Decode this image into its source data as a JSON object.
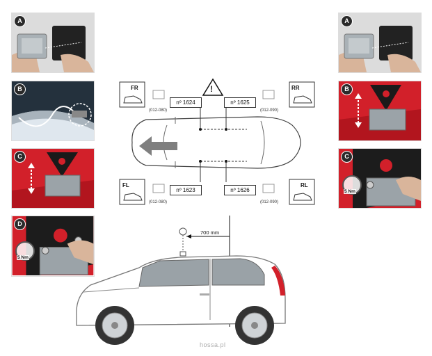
{
  "steps_left": [
    {
      "letter": "A"
    },
    {
      "letter": "B"
    },
    {
      "letter": "C"
    },
    {
      "letter": "D",
      "torque": "5 Nm"
    }
  ],
  "steps_right": [
    {
      "letter": "A"
    },
    {
      "letter": "B"
    },
    {
      "letter": "C",
      "torque": "5 Nm"
    }
  ],
  "layout_diagram": {
    "warning_symbol": "!",
    "positions": {
      "front_right": {
        "label": "FR",
        "part": "nº 1624",
        "code": "(012-080)"
      },
      "rear_right": {
        "label": "RR",
        "part": "nº 1625",
        "code": "(012-090)"
      },
      "front_left": {
        "label": "FL",
        "part": "nº 1623",
        "code": "(012-080)"
      },
      "rear_left": {
        "label": "RL",
        "part": "nº 1626",
        "code": "(012-090)"
      }
    }
  },
  "side_view": {
    "dimension": "700 mm"
  },
  "watermark": "hossa.pl",
  "colors": {
    "car_red": "#d2202a",
    "arrow_gray": "#7f7f7f",
    "bracket_gray": "#9ba3a8"
  }
}
